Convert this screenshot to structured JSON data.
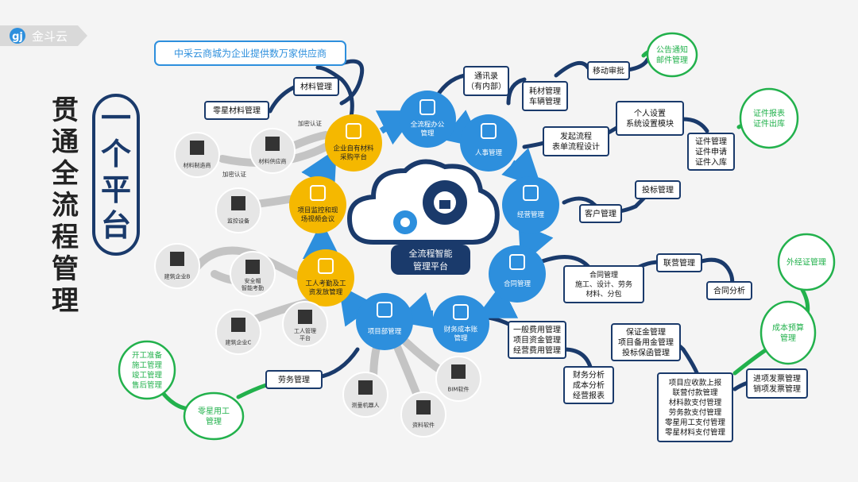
{
  "brand": {
    "logo_letters": "gj",
    "name": "金斗云"
  },
  "headline": {
    "vertical_title": "贯通全流程管理",
    "badge": "一个平台"
  },
  "center": {
    "label1": "全流程智能",
    "label2": "管理平台"
  },
  "hubs": {
    "office": [
      "全流程办公",
      "管理"
    ],
    "hr": [
      "人事管理"
    ],
    "operation": [
      "经营管理"
    ],
    "contract": [
      "合同管理"
    ],
    "finance": [
      "财务成本账",
      "管理"
    ],
    "project": [
      "项目部管理"
    ],
    "labor": [
      "工人考勤及工",
      "资发放管理"
    ],
    "video": [
      "项目监控和现",
      "场视频会议"
    ],
    "purchase": [
      "企业自有材料",
      "采购平台"
    ]
  },
  "grey_nodes": {
    "material_factory": "材料制造商",
    "material_supplier": "材料供应商",
    "monitor_device": "监控设备",
    "safety_helmet": [
      "安全帽",
      "智能考勤"
    ],
    "company_b": "建筑企业B",
    "company_c": "建筑企业C",
    "worker_platform": [
      "工人管理",
      "平台"
    ],
    "robot": "测量机器人",
    "bim": "BIM软件",
    "data_software": "资料软件",
    "encrypt1": "加密认证",
    "encrypt2": "加密认证"
  },
  "boxes": {
    "supply_banner": "中采云商城为企业提供数万家供应商",
    "material_mgmt": "材料管理",
    "retail_material": "零星材料管理",
    "contacts": [
      "通讯录",
      "（有内部）"
    ],
    "consumables": [
      "耗材管理",
      "车辆管理"
    ],
    "mobile_approval": "移动审批",
    "notice": [
      "公告通知",
      "邮件管理"
    ],
    "personal": [
      "个人设置",
      "系统设置模块"
    ],
    "process": [
      "发起流程",
      "表单流程设计"
    ],
    "cert_mgmt": [
      "证件管理",
      "证件申请",
      "证件入库"
    ],
    "cert_report": [
      "证件报表",
      "证件出库"
    ],
    "bidding": "投标管理",
    "customer": "客户管理",
    "contract_mgmt": [
      "合同管理",
      "施工、设计、劳务",
      "材料、分包"
    ],
    "joint": "联营管理",
    "contract_analysis": "合同分析",
    "external_cert": "外经证管理",
    "cost_budget": [
      "成本预算",
      "管理"
    ],
    "expense": [
      "一般费用管理",
      "项目资金管理",
      "经营费用管理"
    ],
    "fin_analysis": [
      "财务分析",
      "成本分析",
      "经营报表"
    ],
    "deposit": [
      "保证金管理",
      "项目备用金管理",
      "投标保函管理"
    ],
    "receivable": [
      "项目应收款上报",
      "联营付款管理",
      "材料款支付管理",
      "劳务款支付管理",
      "零星用工支付管理",
      "零星材料支付管理"
    ],
    "invoice": [
      "进项发票管理",
      "销项发票管理"
    ],
    "labor_service": "劳务管理",
    "casual_labor": [
      "零星用工",
      "管理"
    ],
    "construction": [
      "开工准备",
      "施工管理",
      "竣工管理",
      "售后管理"
    ]
  },
  "colors": {
    "navy": "#1a3a6b",
    "blue": "#2d8fdd",
    "yellow": "#f5b800",
    "green": "#22b14c",
    "grey": "#c4c4c4"
  }
}
